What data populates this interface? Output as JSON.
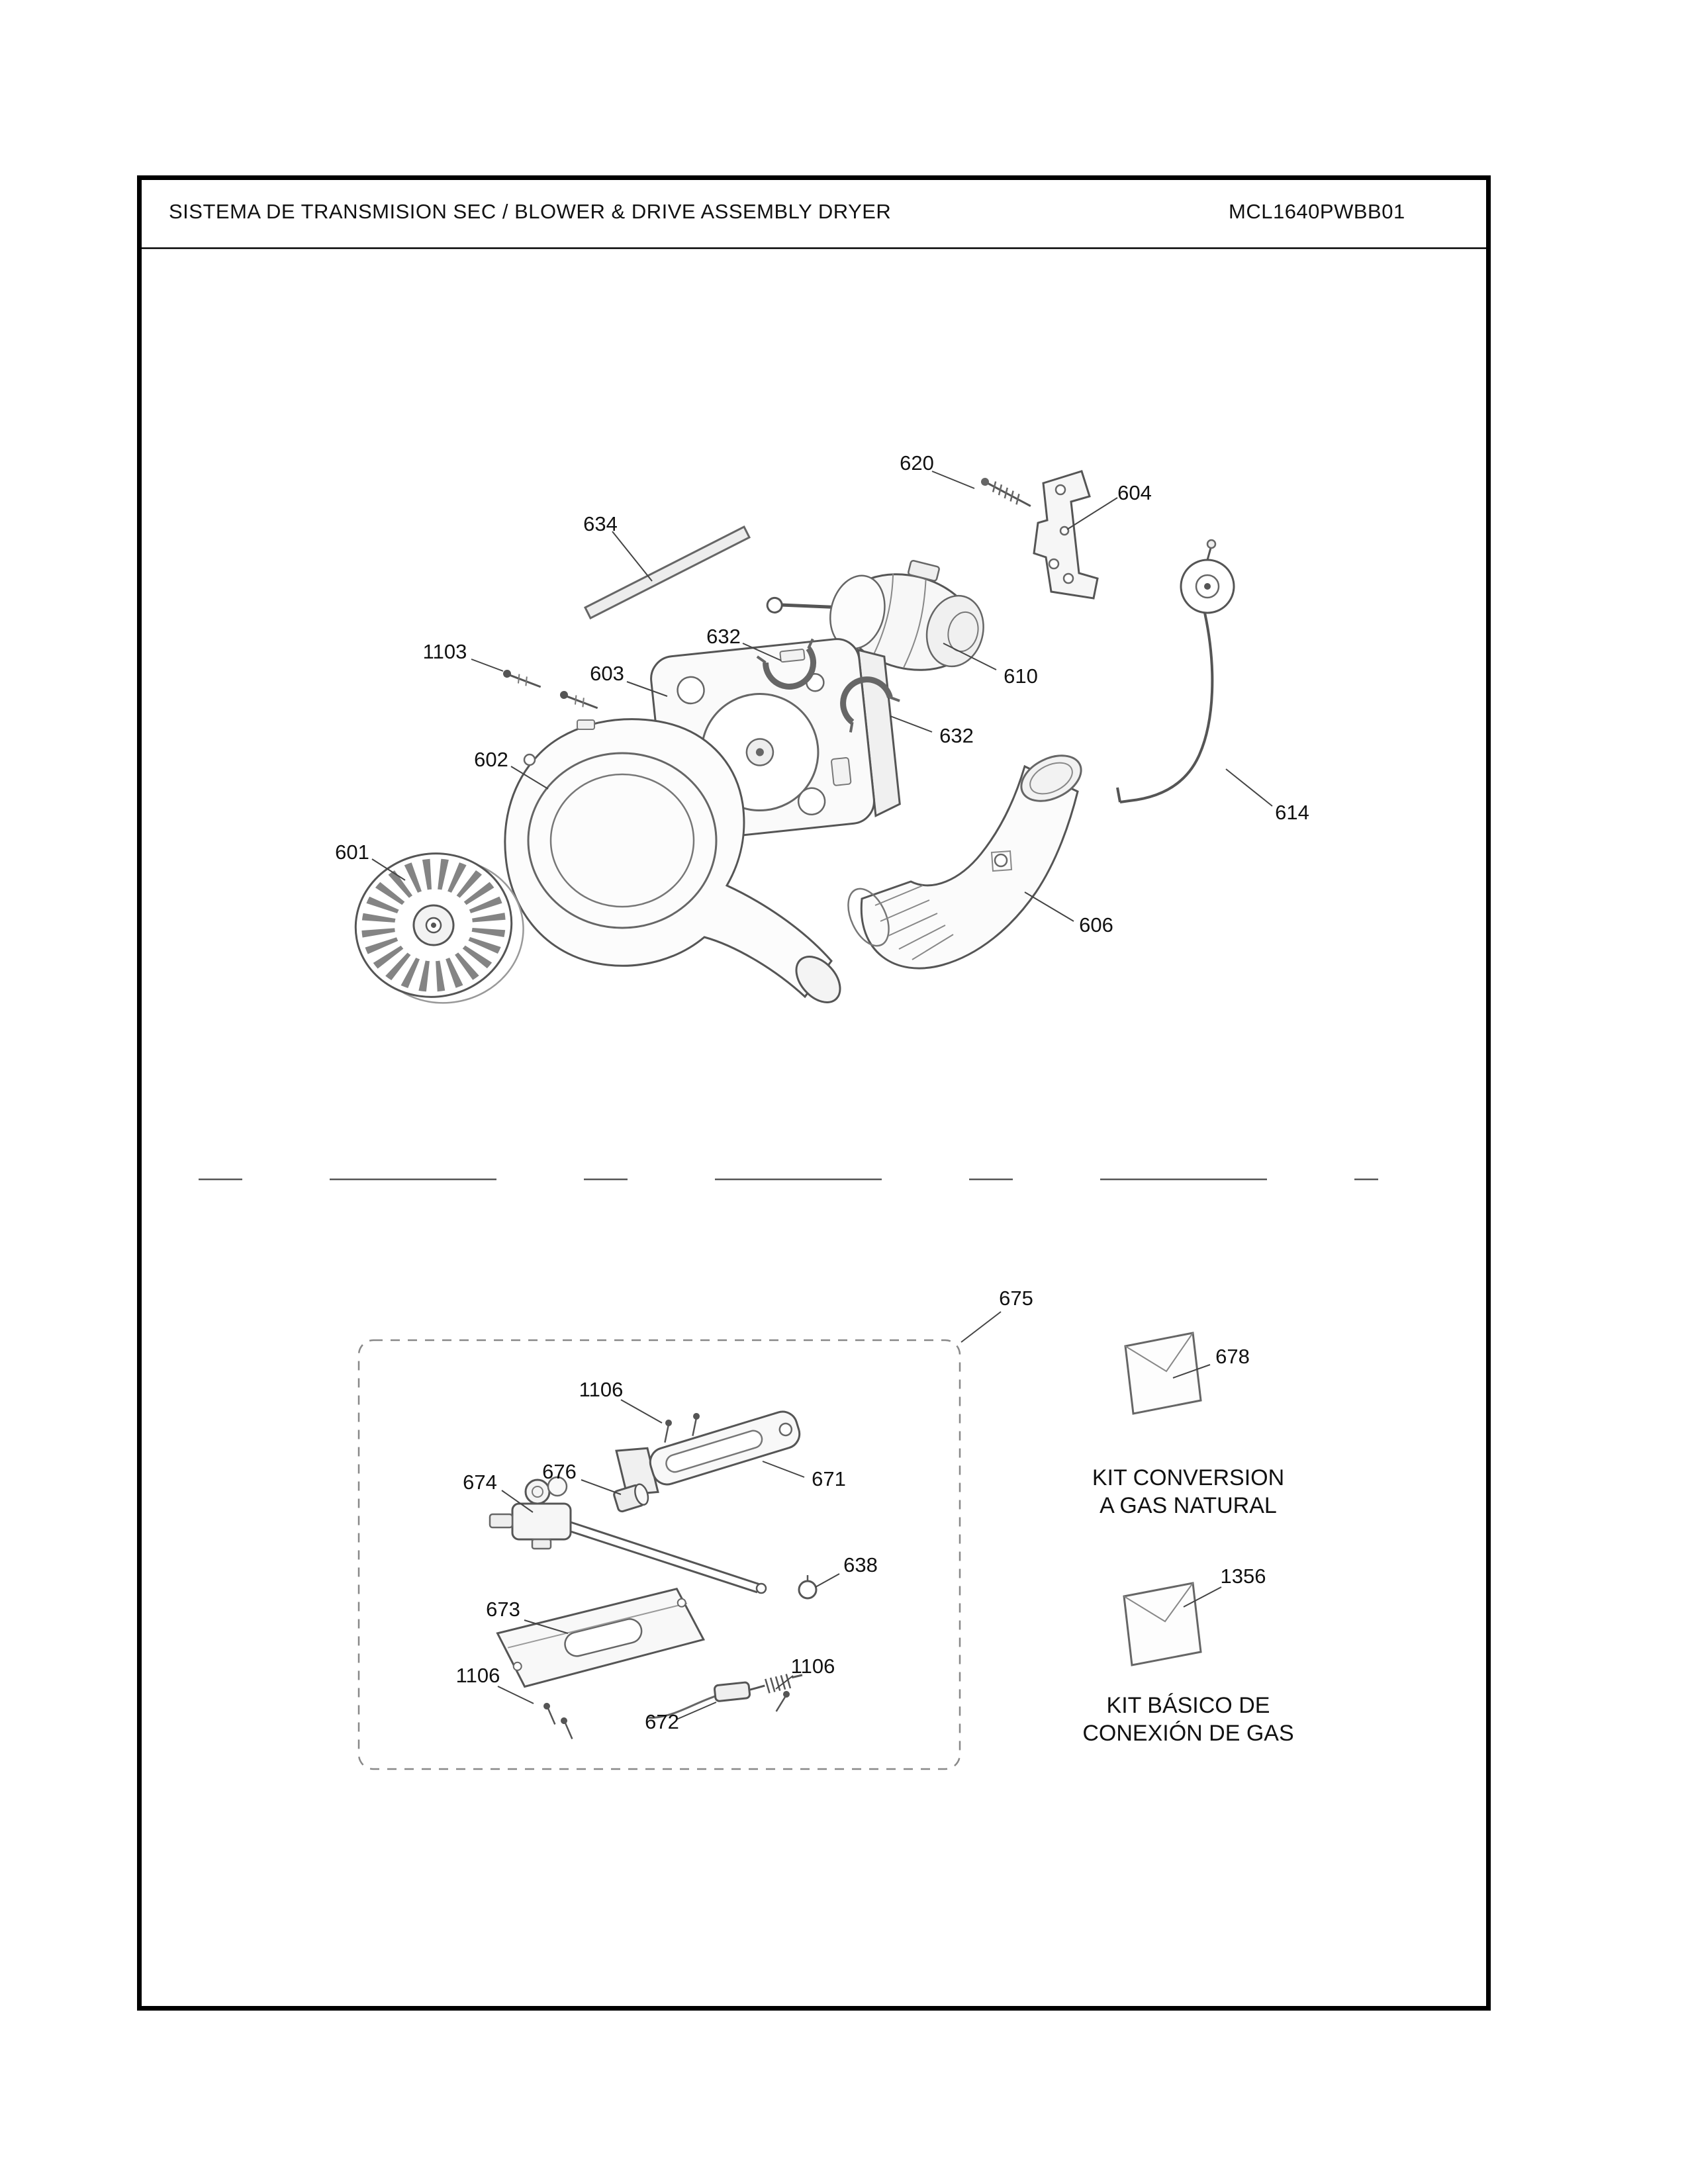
{
  "header": {
    "title": "SISTEMA DE TRANSMISION SEC / BLOWER & DRIVE ASSEMBLY DRYER",
    "model": "MCL1640PWBB01"
  },
  "callouts": {
    "c620": "620",
    "c604": "604",
    "c634": "634",
    "c1103": "1103",
    "c632a": "632",
    "c603": "603",
    "c610": "610",
    "c602": "602",
    "c632b": "632",
    "c614": "614",
    "c601": "601",
    "c606": "606",
    "c675": "675",
    "c1106a": "1106",
    "c671": "671",
    "c676": "676",
    "c674": "674",
    "c638": "638",
    "c673": "673",
    "c1106b": "1106",
    "c672": "672",
    "c1106c": "1106",
    "c678": "678",
    "c1356": "1356"
  },
  "kits": {
    "conversion": {
      "line1": "KIT CONVERSION",
      "line2": "A GAS NATURAL"
    },
    "basico": {
      "line1": "KIT BÁSICO DE",
      "line2": "CONEXIÓN DE GAS"
    }
  }
}
